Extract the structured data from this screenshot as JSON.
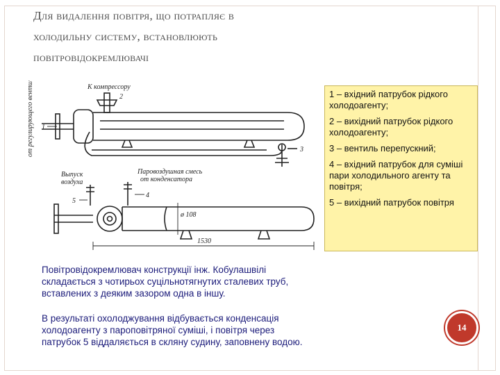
{
  "slide": {
    "title_lines": [
      "Для видалення повітря, що потрапляє в",
      "холодильну систему, встановлюють",
      "повітровідокремлювачі"
    ],
    "legend": [
      "1 – вхідний патрубок рідкого холодоагенту;",
      "2 – вихідний патрубок рідкого холодоагенту;",
      "3 – вентиль перепускний;",
      "4 – вхідний патрубок для суміші пари холодильного агенту та повітря;",
      "5 – вихідний патрубок повітря"
    ],
    "paragraphs": [
      "Повітровідокремлювач конструкції інж. Кобулашвілі складається з чотирьох суцільнотягнутих сталевих труб, вставлених з деяким зазором одна в іншу.",
      "В результаті охолоджування відбувається конденсація холодоагенту з пароповітряної суміші,  і повітря через патрубок 5 віддаляється в скляну судину, заповнену водою."
    ],
    "page_number": "14",
    "diagram": {
      "label_vertical": "от регулирующего вентиля",
      "label_kompressor": "К компрессору",
      "label_vypusk_1": "Выпуск",
      "label_vypusk_2": "воздуха",
      "label_mix_1": "Паровоздушная смесь",
      "label_mix_2": "от конденсатора",
      "label_1": "1",
      "label_2": "2",
      "label_3": "3",
      "label_4": "4",
      "label_5": "5",
      "dim_diameter": "ø 108",
      "dim_length": "1530"
    },
    "colors": {
      "legend_bg": "#fff3a8",
      "paragraph_text": "#1b1b7a",
      "page_badge": "#c0392b"
    }
  }
}
